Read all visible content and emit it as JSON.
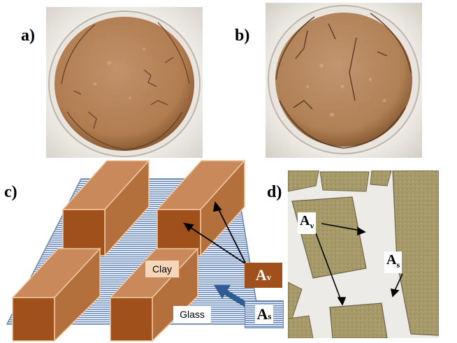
{
  "panels": {
    "a": {
      "label": "a)"
    },
    "b": {
      "label": "b)"
    },
    "c": {
      "label": "c)"
    },
    "d": {
      "label": "d)"
    }
  },
  "schematic": {
    "clay_label": "Clay",
    "glass_label": "Glass",
    "av_main": "A",
    "av_sub": "v",
    "as_main": "A",
    "as_sub": "s"
  },
  "micrograph": {
    "av_main": "A",
    "av_sub": "v",
    "as_main": "A",
    "as_sub": "s"
  },
  "colors": {
    "clay_front": "#a0501a",
    "clay_top": "#c9895a",
    "clay_side": "#b4703c",
    "glass_line": "#5b7fb5",
    "arrow_blue": "#2f5c94",
    "dish_clay": "#b48357",
    "dish_rim": "#e8e4dc",
    "micro_clay": "#a79a6a",
    "micro_bg": "#ecebe8"
  }
}
